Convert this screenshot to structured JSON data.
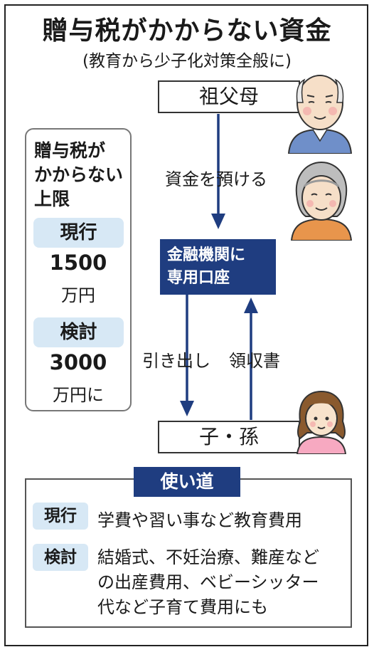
{
  "header": {
    "title": "贈与税がかからない資金",
    "subtitle": "(教育から少子化対策全般に)"
  },
  "flow": {
    "grandparents": "祖父母",
    "bank_lines": [
      "金融機関に",
      "専用口座"
    ],
    "child": "子・孫",
    "deposit_label": "資金を預ける",
    "withdraw_label": "引き出し",
    "receipt_label": "領収書"
  },
  "limit": {
    "title_lines": [
      "贈与税が",
      "かからない",
      "上限"
    ],
    "current_tag": "現行",
    "current_amount": "1500",
    "current_unit": "万円",
    "review_tag": "検討",
    "review_amount": "3000",
    "review_unit": "万円に"
  },
  "uses": {
    "title": "使い道",
    "current_tag": "現行",
    "current_text": "学費や習い事など教育費用",
    "review_tag": "検討",
    "review_lines": [
      "結婚式、不妊治療、難産など",
      "の出産費用、ベビーシッター",
      "代など子育て費用にも"
    ]
  },
  "colors": {
    "navy": "#1f3d80",
    "light_blue": "#d7e8f5",
    "arrow": "#1f3d80"
  },
  "icons": [
    "grandfather-icon",
    "grandmother-icon",
    "child-icon"
  ]
}
